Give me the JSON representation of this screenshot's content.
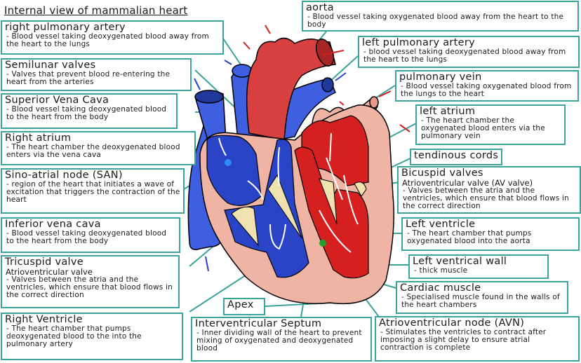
{
  "title": "Internal view of mammalian heart",
  "colors": {
    "label_border": "#3aa39a",
    "oxygenated_blood": "#d62020",
    "aorta": "#d94040",
    "deoxygenated_blood": "#2a44c8",
    "vena_cava": "#3d5fe0",
    "heart_muscle": "#f0b4a4",
    "valve": "#efe2b0",
    "san_node": "#2f8cf0",
    "avn_node": "#22a02a"
  },
  "labels": {
    "right_pulmonary_artery": {
      "heading": "right pulmonary artery",
      "desc": "- Blood vessel taking deoxygenated blood away from the heart to the lungs"
    },
    "semilunar_valves": {
      "heading": "Semilunar valves",
      "desc": "- Valves that prevent blood re-entering the heart from the arteries"
    },
    "superior_vena_cava": {
      "heading": "Superior Vena Cava",
      "desc": "- Blood vessel taking deoxygenated blood to the heart from the body"
    },
    "right_atrium": {
      "heading": "Right atrium",
      "desc": "- The heart chamber the deoxygenated blood enters via the vena cava"
    },
    "san": {
      "heading": "Sino-atrial node (SAN)",
      "desc": "- region of the heart that initiates a wave of excitation that triggers the contraction of the heart"
    },
    "inferior_vena_cava": {
      "heading": "Inferior vena cava",
      "desc": "- Blood vessel taking deoxygenated blood to the heart from the body"
    },
    "tricuspid_valve": {
      "heading": "Tricuspid valve",
      "subheading": "Atrioventricular valve",
      "desc": "- Valves between the atria and the ventricles, which ensure that blood flows in the correct direction"
    },
    "right_ventricle": {
      "heading": "Right Ventricle",
      "desc": "- The heart chamber that pumps deoxygenated blood to the into the pulmonary artery"
    },
    "apex": {
      "heading": "Apex"
    },
    "interventricular_septum": {
      "heading": "Interventricular Septum",
      "desc": "- Inner dividing wall of the heart to prevent mixing of oxygenated and deoxygenated blood"
    },
    "avn": {
      "heading": "Atrioventricular node (AVN)",
      "desc": "- Stimulates the ventricles to contract after imposing a slight delay to ensure atrial contraction is complete"
    },
    "aorta": {
      "heading": "aorta",
      "desc": "- Blood vessel taking oxygenated blood away from the heart to the body"
    },
    "left_pulmonary_artery": {
      "heading": "left pulmonary artery",
      "desc": "- blood vessel taking deoxygenated blood away from the heart to the lungs"
    },
    "pulmonary_vein": {
      "heading": "pulmonary vein",
      "desc": "- Blood vessel taking oxygenated blood from the lungs to the heart"
    },
    "left_atrium": {
      "heading": "left atrium",
      "desc": "- The heart chamber the oxygenated blood enters via the pulmonary vein"
    },
    "tendinous_cords": {
      "heading": "tendinous cords"
    },
    "bicuspid_valves": {
      "heading": "Bicuspid valves",
      "subheading": "Atrioventricular valve (AV valve)",
      "desc": "- Valves between the atria and the ventricles, which ensure that blood flows in the correct direction"
    },
    "left_ventricle": {
      "heading": "Left ventricle",
      "desc": "- The heart chamber that pumps oxygenated blood into the aorta"
    },
    "left_ventricle_wall": {
      "heading": "Left ventrical wall",
      "desc": "- thick muscle"
    },
    "cardiac_muscle": {
      "heading": "Cardiac muscle",
      "desc": "- Specialised muscle found in the walls of the heart chambers"
    }
  }
}
